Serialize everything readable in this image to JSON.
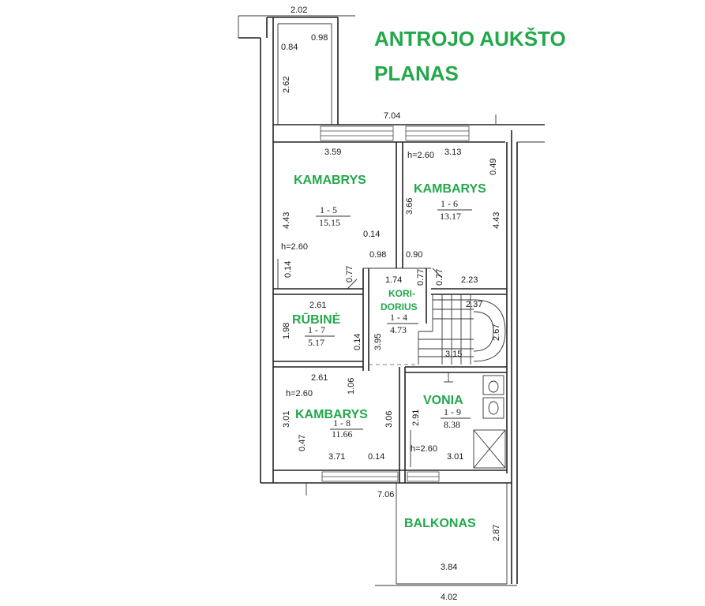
{
  "title": {
    "line1": "ANTROJO AUKŠTO",
    "line2": "PLANAS"
  },
  "colors": {
    "room_label": "#22a84a",
    "lines": "#222222"
  },
  "rooms": [
    {
      "id": "r5",
      "name": "KAMABRYS",
      "code": "1 - 5",
      "area": "15.15"
    },
    {
      "id": "r6",
      "name": "KAMBARYS",
      "code": "1 - 6",
      "area": "13.17"
    },
    {
      "id": "r4",
      "name_line1": "KORI-",
      "name_line2": "DORIUS",
      "code": "1 - 4",
      "area": "4.73"
    },
    {
      "id": "r7",
      "name": "RŪBINĖ",
      "code": "1 - 7",
      "area": "5.17"
    },
    {
      "id": "r8",
      "name": "KAMBARYS",
      "code": "1 - 8",
      "area": "11.66"
    },
    {
      "id": "r9",
      "name": "VONIA",
      "code": "1 - 9",
      "area": "8.38"
    },
    {
      "id": "balc",
      "name": "BALKONAS"
    }
  ],
  "dimensions": {
    "top_width": "2.02",
    "stair_top_a": "0.84",
    "stair_top_b": "0.98",
    "stair_depth": "2.62",
    "overall_width_top": "7.04",
    "r5_width": "3.59",
    "r5_height": "4.43",
    "r5_ceiling": "h=2.60",
    "r5_wall_a": "0.14",
    "r5_wall_b": "0.14",
    "r5_door": "0.77",
    "corridor_top_a": "0.98",
    "corridor_top_b": "0.90",
    "r6_ceiling": "h=2.60",
    "r6_width": "3.13",
    "r6_offset": "0.49",
    "r6_depth": "3.66",
    "r6_height": "4.43",
    "r6_door": "0.77",
    "r6_bottom": "2.23",
    "corridor_width": "1.74",
    "corridor_door": "0.77",
    "stairs_top": "2.37",
    "stairs_side": "2.67",
    "stairs_bottom": "3.15",
    "r7_width": "2.61",
    "r7_height": "1.98",
    "r7_wall": "0.14",
    "corridor_length": "3.95",
    "r8_width_top": "2.61",
    "r8_ceiling": "h=2.60",
    "r8_height": "3.01",
    "r8_wall": "1.06",
    "r8_depth": "3.06",
    "r8_offset": "0.47",
    "r8_width_bottom": "3.71",
    "r8_bottom_wall": "0.14",
    "r9_depth": "2.91",
    "r9_ceiling": "h=2.60",
    "r9_width": "3.01",
    "overall_width_bottom": "7.06",
    "balc_height": "2.87",
    "balc_width": "3.84",
    "balc_outer_width": "4.02"
  }
}
